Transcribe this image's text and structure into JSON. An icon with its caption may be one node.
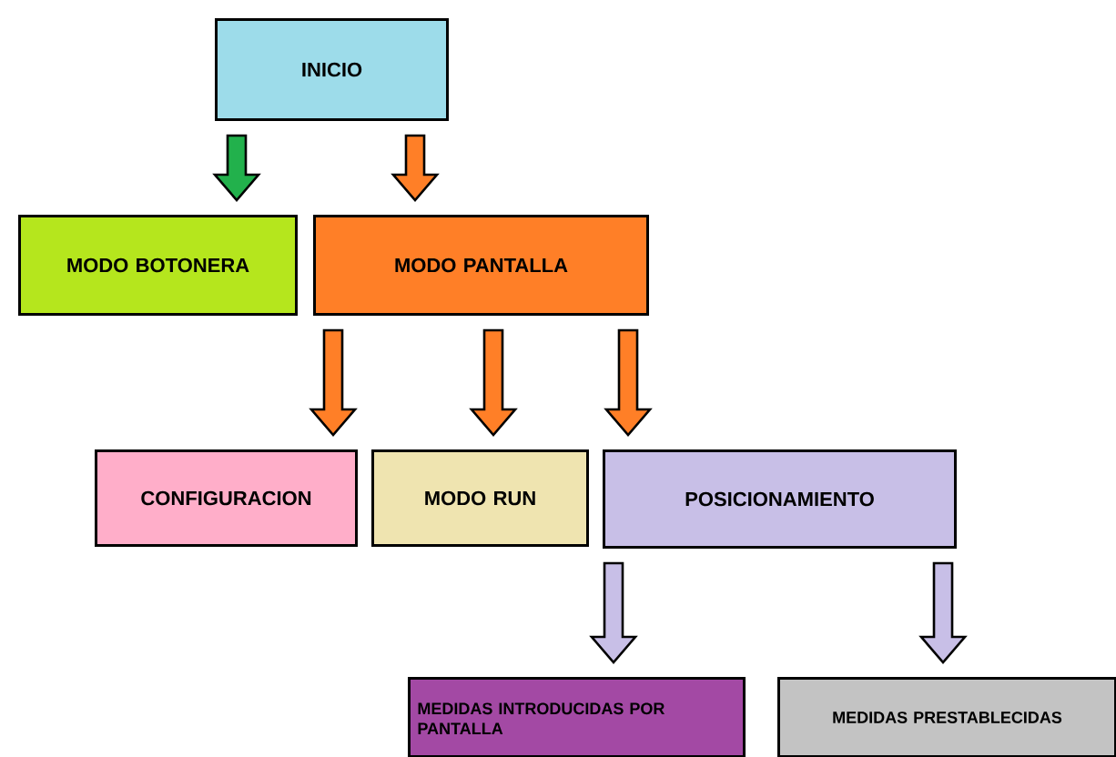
{
  "diagram": {
    "nodes": [
      {
        "text": [
          "INICIO"
        ]
      },
      {
        "text": [
          "MODO BOTONERA"
        ]
      },
      {
        "text": [
          "MODO PANTALLA"
        ]
      },
      {
        "text": [
          "CONFIGURACION"
        ]
      },
      {
        "text": [
          "MODO RUN"
        ]
      },
      {
        "text": [
          "POSICIONAMIENTO"
        ]
      },
      {
        "text": [
          "MEDIDAS INTRODUCIDAS POR PANTALLA"
        ]
      },
      {
        "text": [
          "MEDIDAS PRESTABLECIDAS"
        ]
      }
    ],
    "edges": [
      {
        "from": 0,
        "to": 1,
        "arrow": "to",
        "color": "#22b14c"
      },
      {
        "from": 0,
        "to": 2,
        "arrow": "to"
      },
      {
        "from": 2,
        "to": 3,
        "arrow": "to"
      },
      {
        "from": 2,
        "to": 4,
        "arrow": "to"
      },
      {
        "from": 2,
        "to": 5,
        "arrow": "to"
      },
      {
        "from": 5,
        "to": 6,
        "arrow": "to",
        "color": "#c8bfe7"
      },
      {
        "from": 5,
        "to": 7,
        "arrow": "to",
        "color": "#c8bfe7"
      }
    ]
  }
}
